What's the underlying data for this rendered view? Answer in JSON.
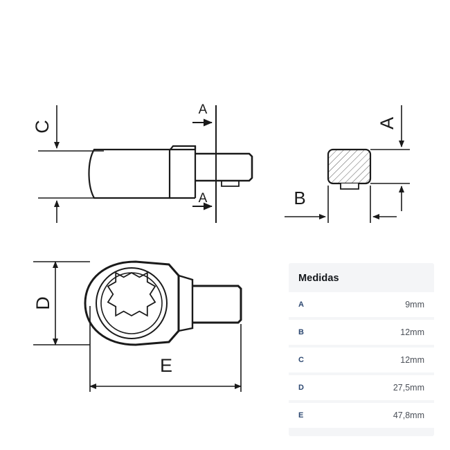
{
  "measures": {
    "title": "Medidas",
    "rows": [
      {
        "key": "A",
        "value": "9mm"
      },
      {
        "key": "B",
        "value": "12mm"
      },
      {
        "key": "C",
        "value": "12mm"
      },
      {
        "key": "D",
        "value": "27,5mm"
      },
      {
        "key": "E",
        "value": "47,8mm"
      }
    ],
    "key_color": "#2c4770",
    "value_color": "#4a4f57",
    "panel_bg": "#f4f5f7",
    "row_bg": "#ffffff"
  },
  "drawing": {
    "line_color": "#1a1a1a",
    "background": "#ffffff",
    "views": {
      "side_view": {
        "name": "side-view",
        "labels": {
          "c_dimension": "C",
          "section_top": "A",
          "section_bottom": "A"
        }
      },
      "section_view": {
        "name": "section-a-a-view",
        "labels": {
          "a_dimension": "A",
          "b_dimension": "B"
        }
      },
      "top_view": {
        "name": "ring-head-top-view",
        "labels": {
          "d_dimension": "D",
          "e_dimension": "E"
        }
      }
    }
  }
}
